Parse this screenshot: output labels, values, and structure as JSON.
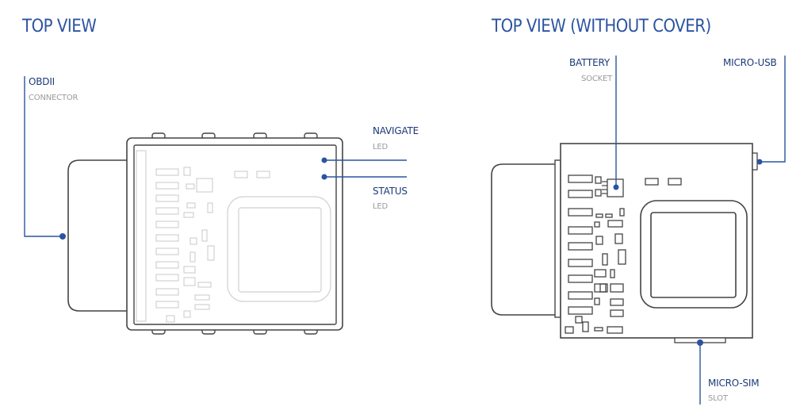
{
  "titles": {
    "left": "TOP VIEW",
    "right": "TOP VIEW (WITHOUT COVER)"
  },
  "callouts": {
    "obdii": {
      "label": "OBDII",
      "sub": "CONNECTOR"
    },
    "navigate": {
      "label": "NAVIGATE",
      "sub": "LED"
    },
    "status": {
      "label": "STATUS",
      "sub": "LED"
    },
    "battery": {
      "label": "BATTERY",
      "sub": "SOCKET"
    },
    "micro_usb": {
      "label": "MICRO-USB"
    },
    "micro_sim": {
      "label": "MICRO-SIM",
      "sub": "SLOT"
    }
  },
  "colors": {
    "accent": "#2b54a0",
    "callout": "#1c3a7a",
    "device_outline": "#444444",
    "device_light": "#bdbdbd",
    "sub_text": "#9a9a9a"
  }
}
